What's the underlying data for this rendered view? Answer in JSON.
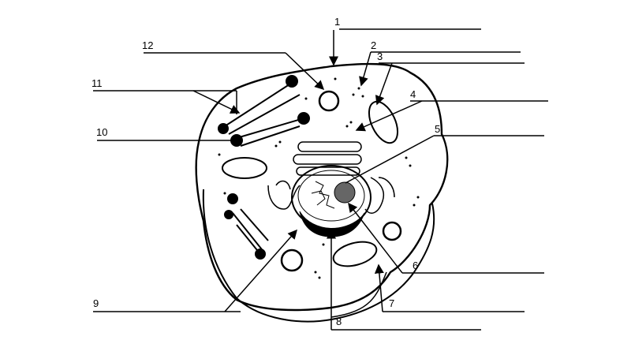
{
  "title": "Animal cell diagram (unlabeled)",
  "labels": [
    "1",
    "2",
    "3",
    "4",
    "5",
    "6",
    "7",
    "8",
    "9",
    "10",
    "11",
    "12"
  ],
  "colors": {
    "line": "#000000",
    "nucleolus": "#666666",
    "background": "#ffffff"
  }
}
